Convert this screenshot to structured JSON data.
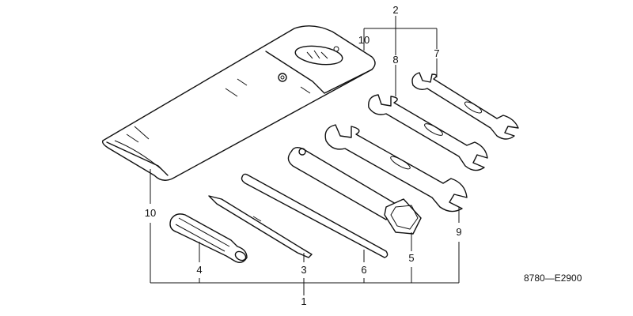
{
  "callouts": {
    "c1": "1",
    "c2": "2",
    "c3": "3",
    "c4": "4",
    "c5": "5",
    "c6": "6",
    "c7": "7",
    "c8": "8",
    "c9": "9",
    "c10_top": "10",
    "c10_left": "10"
  },
  "drawing_code": "8780—E2900"
}
